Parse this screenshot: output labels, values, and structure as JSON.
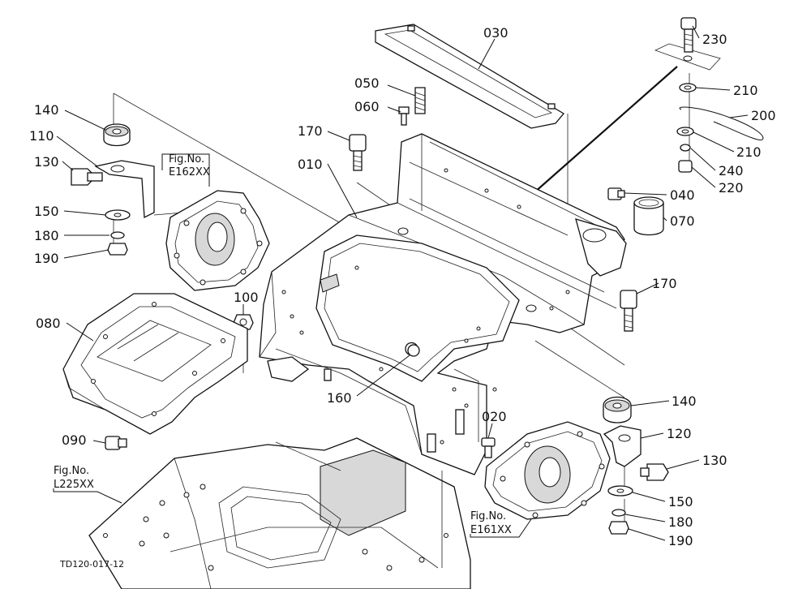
{
  "diagram": {
    "part_labels": [
      {
        "id": "030",
        "text": "030"
      },
      {
        "id": "050",
        "text": "050"
      },
      {
        "id": "060",
        "text": "060"
      },
      {
        "id": "170a",
        "text": "170"
      },
      {
        "id": "010",
        "text": "010"
      },
      {
        "id": "140a",
        "text": "140"
      },
      {
        "id": "110",
        "text": "110"
      },
      {
        "id": "130a",
        "text": "130"
      },
      {
        "id": "150a",
        "text": "150"
      },
      {
        "id": "180a",
        "text": "180"
      },
      {
        "id": "190a",
        "text": "190"
      },
      {
        "id": "080",
        "text": "080"
      },
      {
        "id": "100",
        "text": "100"
      },
      {
        "id": "160",
        "text": "160"
      },
      {
        "id": "090",
        "text": "090"
      },
      {
        "id": "020",
        "text": "020"
      },
      {
        "id": "230",
        "text": "230"
      },
      {
        "id": "210a",
        "text": "210"
      },
      {
        "id": "200",
        "text": "200"
      },
      {
        "id": "210b",
        "text": "210"
      },
      {
        "id": "240",
        "text": "240"
      },
      {
        "id": "220",
        "text": "220"
      },
      {
        "id": "040",
        "text": "040"
      },
      {
        "id": "070",
        "text": "070"
      },
      {
        "id": "170b",
        "text": "170"
      },
      {
        "id": "140b",
        "text": "140"
      },
      {
        "id": "120",
        "text": "120"
      },
      {
        "id": "130b",
        "text": "130"
      },
      {
        "id": "150b",
        "text": "150"
      },
      {
        "id": "180b",
        "text": "180"
      },
      {
        "id": "190b",
        "text": "190"
      }
    ],
    "figure_refs": [
      {
        "id": "e162",
        "title": "Fig.No.",
        "code": "E162XX"
      },
      {
        "id": "l225",
        "title": "Fig.No.",
        "code": "L225XX"
      },
      {
        "id": "e161",
        "title": "Fig.No.",
        "code": "E161XX"
      }
    ],
    "drawing_number": "TD120-017-12"
  }
}
